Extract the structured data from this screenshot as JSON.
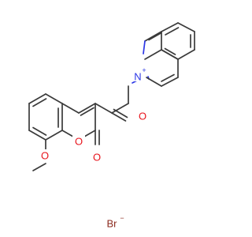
{
  "molecule": {
    "colors": {
      "carbon_bond": "#3a3a3a",
      "oxygen": "#e8141c",
      "nitrogen": "#2b36e6",
      "bromine": "#8b2a1e"
    },
    "atoms": {
      "carbonyl_oxygen": "O",
      "lactone_ring_oxygen": "O",
      "lactone_carbonyl_oxygen": "O",
      "methoxy_oxygen": "O",
      "isoquinolinium_nitrogen": "N",
      "isoquinolinium_charge": "+",
      "bromide": "Br",
      "bromide_charge": "−"
    }
  }
}
